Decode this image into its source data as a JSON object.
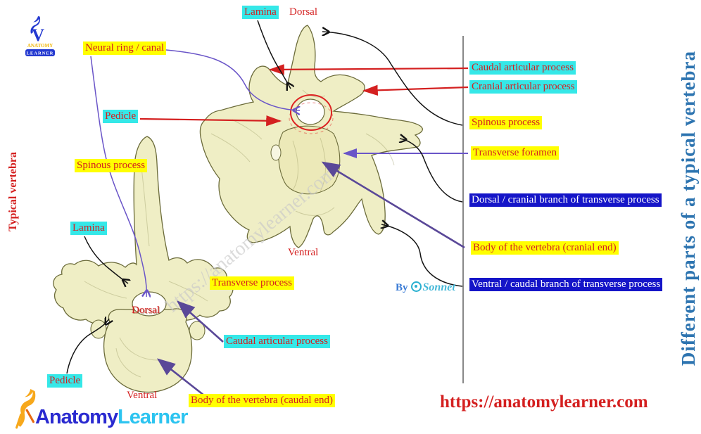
{
  "brand": {
    "top_logo": {
      "initial": "V",
      "anatomy": "ANATOMY",
      "learner": "LEARNER"
    },
    "bottom_logo": {
      "anatomy": "Anatomy",
      "learner": "Learner"
    }
  },
  "titles": {
    "left_vertical": "Typical vertebra",
    "right_vertical": "Different parts of a typical vertebra"
  },
  "watermark": "https://anatomylearner.com",
  "footer_url": "https://anatomylearner.com",
  "credit": {
    "by": "By",
    "name": "Sonnet"
  },
  "labels": {
    "lamina_top": "Lamina",
    "dorsal_top": "Dorsal",
    "neural_ring": "Neural ring / canal",
    "pedicle_top": "Pedicle",
    "spinous_left": "Spinous process",
    "lamina_bottom": "Lamina",
    "transverse_process": "Transverse process",
    "dorsal_bottom": "Dorsal",
    "caudal_articular_bottom": "Caudal articular process",
    "pedicle_bottom": "Pedicle",
    "ventral_bottom": "Ventral",
    "body_caudal": "Body of the vertebra (caudal end)",
    "ventral_top": "Ventral",
    "caudal_articular_right": "Caudal articular process",
    "cranial_articular_right": "Cranial articular process",
    "spinous_right": "Spinous process",
    "transverse_foramen": "Transverse foramen",
    "dorsal_branch": "Dorsal / cranial branch of transverse process",
    "body_cranial": "Body of the vertebra (cranial end)",
    "ventral_branch": "Ventral / caudal branch of transverse process"
  },
  "colors": {
    "label_text": "#d42020",
    "cyan_bg": "#35e8e8",
    "yellow_bg": "#ffff00",
    "blue_bg": "#1515c8",
    "red_arrow": "#d42020",
    "purple_arrow": "#6a55c8",
    "purple_dark_arrow": "#5a4898",
    "bone_fill": "#efeec5",
    "bone_outline": "#6b6b3a",
    "right_title": "#2d74b0",
    "url_red": "#d42020"
  }
}
